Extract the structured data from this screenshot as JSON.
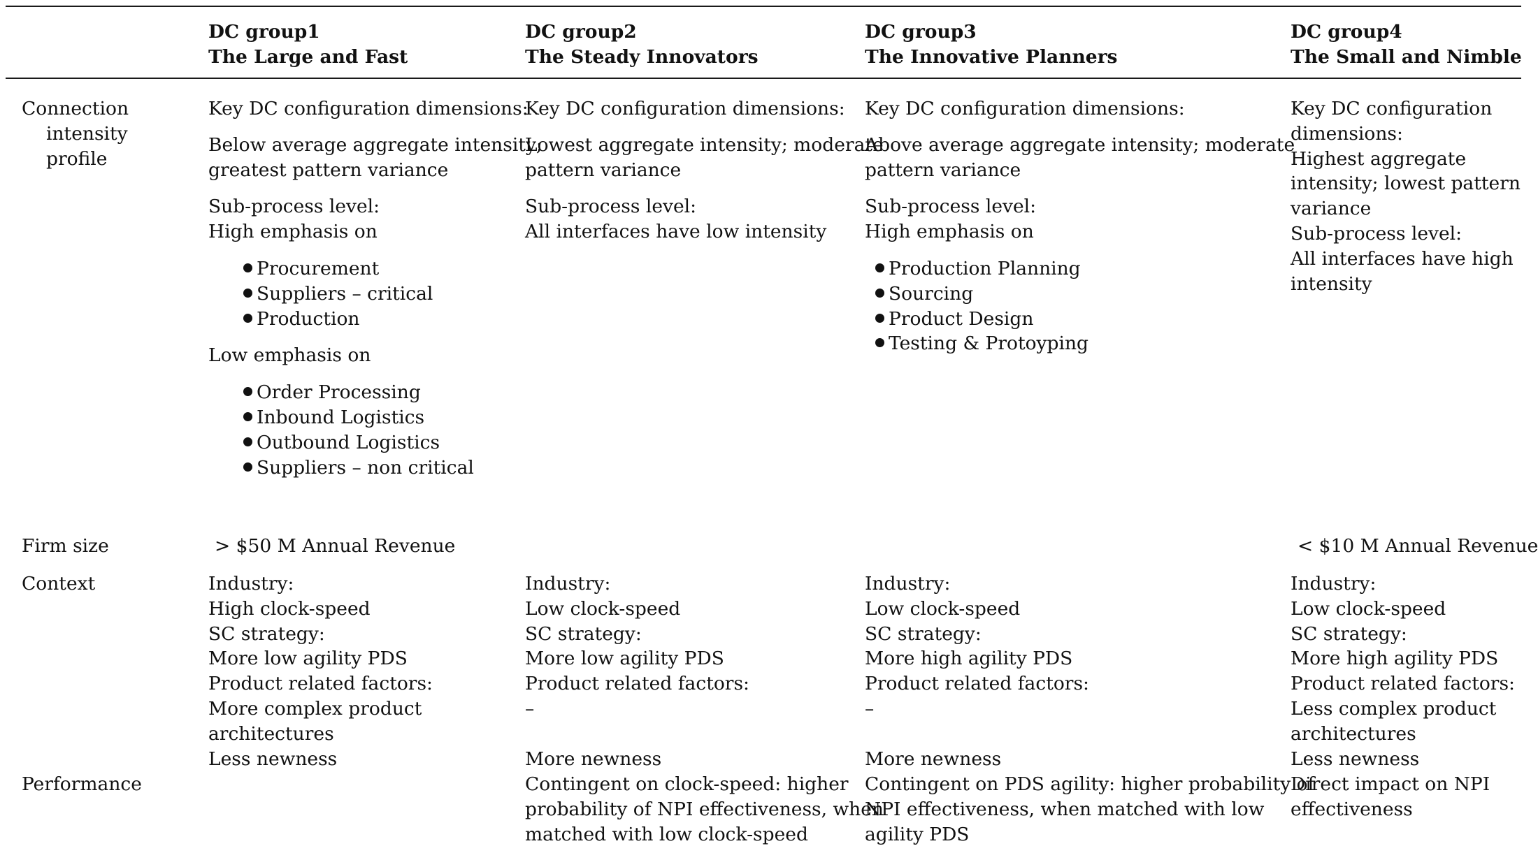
{
  "header": {
    "groups": [
      {
        "label": "DC group1",
        "name": "The Large and Fast"
      },
      {
        "label": "DC group2",
        "name": "The Steady Innovators"
      },
      {
        "label": "DC group3",
        "name": "The Innovative Planners"
      },
      {
        "label": "DC group4",
        "name": "The Small and Nimble"
      }
    ]
  },
  "rows": {
    "connection": {
      "label_lines": [
        "Connection",
        "intensity",
        "profile"
      ],
      "g1": {
        "key": "Key DC configuration dimensions:",
        "agg": [
          "Below average aggregate intensity;",
          "greatest pattern variance"
        ],
        "sub": "Sub-process level:",
        "high": "High emphasis on",
        "high_items": [
          "Procurement",
          "Suppliers – critical",
          "Production"
        ],
        "low": "Low emphasis on",
        "low_items": [
          "Order Processing",
          "Inbound Logistics",
          "Outbound Logistics",
          "Suppliers – non critical"
        ]
      },
      "g2": {
        "key": "Key DC configuration dimensions:",
        "agg": [
          "Lowest aggregate intensity; moderate",
          "pattern variance"
        ],
        "sub": "Sub-process level:",
        "detail": "All interfaces have low intensity"
      },
      "g3": {
        "key": "Key DC configuration dimensions:",
        "agg": [
          "Above average aggregate intensity; moderate",
          "pattern variance"
        ],
        "sub": "Sub-process level:",
        "high": "High emphasis on",
        "high_items": [
          "Production Planning",
          "Sourcing",
          "Product Design",
          "Testing & Protoyping"
        ]
      },
      "g4": {
        "key": [
          "Key DC configuration",
          "dimensions:"
        ],
        "agg": [
          "Highest aggregate",
          "intensity; lowest pattern",
          "variance"
        ],
        "sub": "Sub-process level:",
        "detail": [
          "All interfaces have high",
          "intensity"
        ]
      }
    },
    "firm_size": {
      "label": "Firm size",
      "g1": "> $50 M Annual Revenue",
      "g4": "< $10 M Annual Revenue"
    },
    "context": {
      "label": "Context",
      "g1": [
        "Industry:",
        "High clock-speed",
        "SC strategy:",
        "More low agility PDS",
        "Product related factors:",
        "More complex product",
        "architectures",
        "Less newness"
      ],
      "g2": [
        "Industry:",
        "Low clock-speed",
        "SC strategy:",
        "More low agility PDS",
        "Product related factors:",
        "–",
        "",
        "More newness"
      ],
      "g3": [
        "Industry:",
        "Low clock-speed",
        "SC strategy:",
        "More high agility PDS",
        "Product related factors:",
        "–",
        "",
        "More newness"
      ],
      "g4": [
        "Industry:",
        "Low clock-speed",
        "SC strategy:",
        "More high agility PDS",
        "Product related factors:",
        "Less complex product",
        "architectures",
        "Less newness"
      ]
    },
    "performance": {
      "label": "Performance",
      "g2": [
        "Contingent on clock-speed: higher",
        "probability of NPI effectiveness, when",
        "matched with low clock-speed"
      ],
      "g3": [
        "Contingent on PDS agility: higher probability of",
        "NPI effectiveness, when matched with low",
        "agility PDS"
      ],
      "g4": [
        "Direct impact on NPI",
        "effectiveness"
      ]
    }
  }
}
